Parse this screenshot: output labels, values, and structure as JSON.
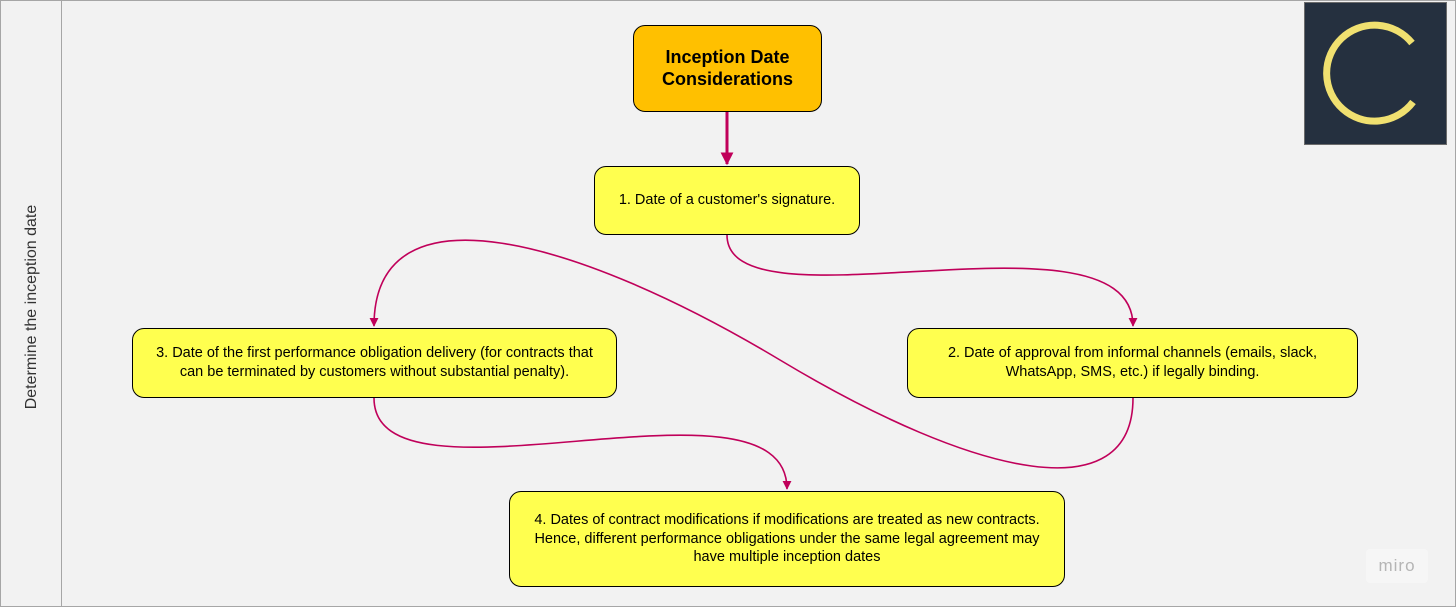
{
  "swimlane": {
    "label": "Determine the inception date"
  },
  "colors": {
    "title_node_fill": "#ffc000",
    "node_fill": "#ffff4f",
    "connector": "#c0005a",
    "logo_bg": "#25303f",
    "logo_ring": "#f0e070"
  },
  "nodes": {
    "title": "Inception Date Considerations",
    "step1": "1. Date of a customer's signature.",
    "step2": "2. Date of approval from informal channels (emails, slack, WhatsApp, SMS, etc.) if legally binding.",
    "step3": "3. Date of the first performance obligation delivery (for contracts that can be terminated by customers without substantial penalty).",
    "step4": "4. Dates of contract modifications if modifications are treated as new contracts. Hence, different performance obligations under the same legal agreement may have multiple inception dates"
  },
  "edges": [
    {
      "from": "title",
      "to": "step1"
    },
    {
      "from": "step1",
      "to": "step2"
    },
    {
      "from": "step2",
      "to": "step3"
    },
    {
      "from": "step3",
      "to": "step4"
    }
  ],
  "logo": {
    "icon": "ring-logo-icon"
  },
  "watermark": {
    "text": "miro"
  }
}
